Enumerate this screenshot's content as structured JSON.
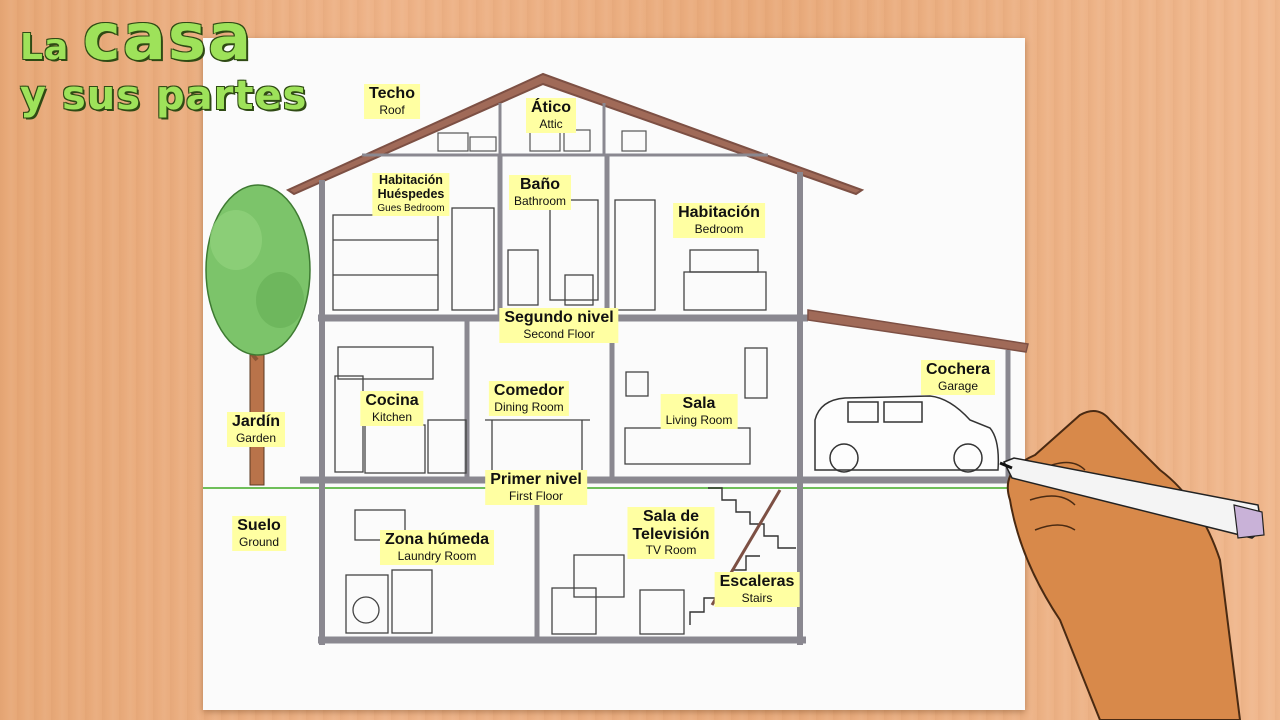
{
  "title": {
    "line1_prefix": "La ",
    "line1_big": "casa",
    "line2": "y sus partes"
  },
  "labels": {
    "techo": {
      "es": "Techo",
      "en": "Roof"
    },
    "atico": {
      "es": "Ático",
      "en": "Attic"
    },
    "huespedes": {
      "es_1": "Habitación",
      "es_2": "Huéspedes",
      "en": "Gues Bedroom"
    },
    "bano": {
      "es": "Baño",
      "en": "Bathroom"
    },
    "habitacion": {
      "es": "Habitación",
      "en": "Bedroom"
    },
    "segundo": {
      "es": "Segundo nivel",
      "en": "Second Floor"
    },
    "cochera": {
      "es": "Cochera",
      "en": "Garage"
    },
    "cocina": {
      "es": "Cocina",
      "en": "Kitchen"
    },
    "comedor": {
      "es": "Comedor",
      "en": "Dining Room"
    },
    "sala": {
      "es": "Sala",
      "en": "Living Room"
    },
    "jardin": {
      "es": "Jardín",
      "en": "Garden"
    },
    "primer": {
      "es": "Primer nivel",
      "en": "First Floor"
    },
    "suelo": {
      "es": "Suelo",
      "en": "Ground"
    },
    "zona": {
      "es": "Zona húmeda",
      "en": "Laundry Room"
    },
    "tv": {
      "es_1": "Sala de",
      "es_2": "Televisión",
      "en": "TV Room"
    },
    "escaleras": {
      "es": "Escaleras",
      "en": "Stairs"
    }
  },
  "colors": {
    "wall": "#8a8890",
    "roof": "#a06a58",
    "ground": "#6fbf5a",
    "label_bg": "#ffffa2",
    "title_green": "#9ee25a"
  },
  "icons": [
    "tree-icon",
    "car-icon",
    "hand-icon",
    "marker-icon"
  ]
}
